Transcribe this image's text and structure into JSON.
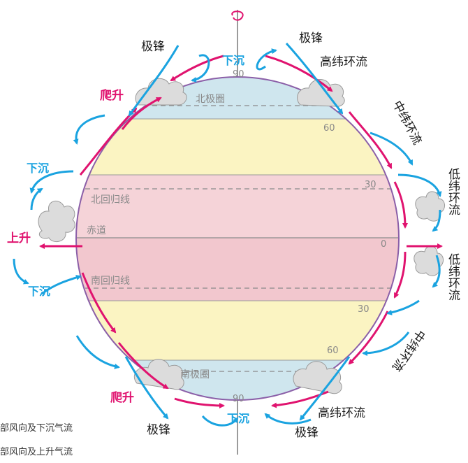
{
  "colors": {
    "polar_zone": "#cfe6ee",
    "temperate_zone": "#fbf4c2",
    "tropical_zone": "#f5d3d8",
    "equator_zone": "#f2c7ce",
    "globe_outline": "#8b5fa8",
    "descending_arrow": "#1aa3e0",
    "rising_arrow": "#e0136f",
    "cloud": "#dcdcdc"
  },
  "labels": {
    "polar_front_top_left": "极锋",
    "polar_front_top_right": "极锋",
    "polar_front_bottom_left": "极锋",
    "polar_front_bottom_right": "极锋",
    "high_lat_cell_top": "高纬环流",
    "high_lat_cell_bottom": "高纬环流",
    "mid_lat_cell_top": "中纬环流",
    "mid_lat_cell_bottom": "中纬环流",
    "low_lat_cell_north": "低纬环流",
    "low_lat_cell_south": "低纬环流",
    "sink_top": "下沉",
    "sink_left_north": "下沉",
    "sink_left_south": "下沉",
    "sink_bottom": "下沉",
    "climb_top": "爬升",
    "climb_bottom": "爬升",
    "rise_equator": "上升"
  },
  "latitudes": {
    "arctic_circle": "北极圈",
    "tropic_cancer": "北回归线",
    "equator": "赤道",
    "tropic_capricorn": "南回归线",
    "antarctic_circle": "南极圈",
    "lat_90_north": "90",
    "lat_60_north": "60",
    "lat_30_north": "30",
    "lat_0": "0",
    "lat_30_south": "30",
    "lat_60_south": "60",
    "lat_90_south": "90"
  },
  "legend": {
    "item1": "部风向及下沉气流",
    "item2": "部风向及上升气流"
  }
}
